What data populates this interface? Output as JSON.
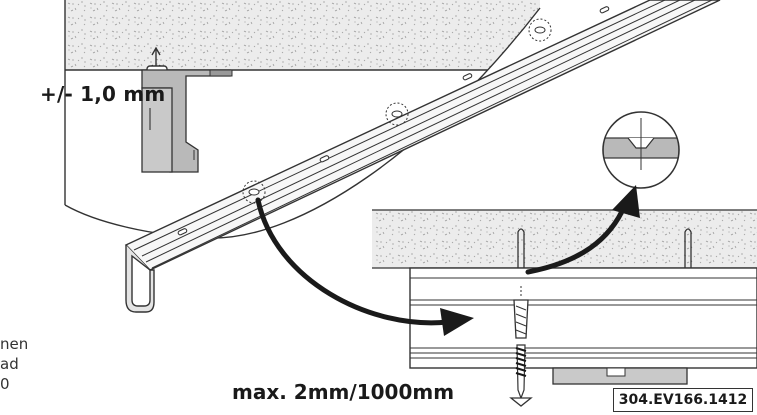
{
  "labels": {
    "tolerance": "+/- 1,0 mm",
    "max_deviation": "max. 2mm/1000mm",
    "drawing_code": "304.EV166.1412"
  },
  "left_text_fragments": [
    "nen",
    "ad",
    "0"
  ],
  "colors": {
    "line": "#333333",
    "ceiling_fill": "#ececec",
    "rail_fill": "#f7f7f7",
    "profile_fill": "#b9b9b9",
    "arrow": "#1a1a1a"
  },
  "icons": [
    "screw-icon",
    "wall-plug-icon",
    "curved-arrow-icon"
  ]
}
